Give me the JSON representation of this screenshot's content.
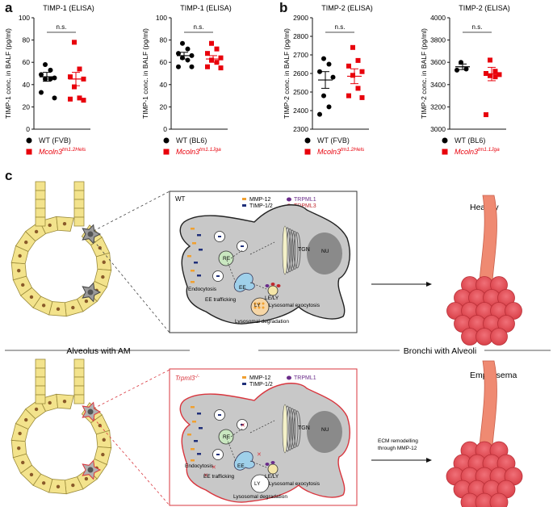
{
  "panel_letters": {
    "a": "a",
    "b": "b",
    "c": "c"
  },
  "chart_data": [
    {
      "type": "scatter",
      "title": "TIMP-1 (ELISA)",
      "ylabel": "TIMP-1 conc. in BALF (pg/ml)",
      "ylim": [
        0,
        100
      ],
      "yticks": [
        0,
        20,
        40,
        60,
        80,
        100
      ],
      "significance": "n.s.",
      "series": [
        {
          "name": "WT (FVB)",
          "name_sup": "",
          "marker": "circle",
          "color": "#000000",
          "values": [
            58,
            53,
            49,
            46,
            45,
            45,
            33,
            28
          ],
          "mean": 47,
          "sem": 4
        },
        {
          "name": "Mcoln3",
          "name_sup": "tm1.2Hels",
          "marker": "square",
          "color": "#e8000b",
          "values": [
            78,
            54,
            47,
            45,
            38,
            28,
            27,
            26
          ],
          "mean": 45,
          "sem": 6
        }
      ]
    },
    {
      "type": "scatter",
      "title": "TIMP-1 (ELISA)",
      "ylabel": "TIMP-1 conc. in BALF (pg/ml)",
      "ylim": [
        0,
        100
      ],
      "yticks": [
        0,
        20,
        40,
        60,
        80,
        100
      ],
      "significance": "n.s.",
      "series": [
        {
          "name": "WT (BL6)",
          "name_sup": "",
          "marker": "circle",
          "color": "#000000",
          "values": [
            77,
            72,
            68,
            66,
            64,
            62,
            56,
            56
          ],
          "mean": 66,
          "sem": 3
        },
        {
          "name": "Mcoln3",
          "name_sup": "tm1.1Jga",
          "marker": "square",
          "color": "#e8000b",
          "values": [
            77,
            72,
            68,
            64,
            62,
            60,
            56,
            55
          ],
          "mean": 63,
          "sem": 3
        }
      ]
    },
    {
      "type": "scatter",
      "title": "TIMP-2 (ELISA)",
      "ylabel": "TIMP-2 conc. in BALF (pg/ml)",
      "ylim": [
        2300,
        2900
      ],
      "yticks": [
        2300,
        2400,
        2500,
        2600,
        2700,
        2800,
        2900
      ],
      "significance": "n.s.",
      "series": [
        {
          "name": "WT (FVB)",
          "name_sup": "",
          "marker": "circle",
          "color": "#000000",
          "values": [
            2680,
            2650,
            2610,
            2580,
            2480,
            2420,
            2380
          ],
          "mean": 2565,
          "sem": 45
        },
        {
          "name": "Mcoln3",
          "name_sup": "tm1.2Hels",
          "marker": "square",
          "color": "#e8000b",
          "values": [
            2740,
            2670,
            2640,
            2610,
            2590,
            2520,
            2480,
            2470
          ],
          "mean": 2585,
          "sem": 40
        }
      ]
    },
    {
      "type": "scatter",
      "title": "TIMP-2 (ELISA)",
      "ylabel": "TIMP-2 conc. in BALF (pg/ml)",
      "ylim": [
        3000,
        4000
      ],
      "yticks": [
        3000,
        3200,
        3400,
        3600,
        3800,
        4000
      ],
      "significance": "n.s.",
      "series": [
        {
          "name": "WT (BL6)",
          "name_sup": "",
          "marker": "circle",
          "color": "#000000",
          "values": [
            3600,
            3540,
            3530
          ],
          "mean": 3560,
          "sem": 25
        },
        {
          "name": "Mcoln3",
          "name_sup": "tm1.1Jga",
          "marker": "square",
          "color": "#e8000b",
          "values": [
            3620,
            3520,
            3500,
            3490,
            3480,
            3470,
            3130
          ],
          "mean": 3495,
          "sem": 60
        }
      ]
    }
  ],
  "diagram": {
    "left_label": "Alveolus with AM",
    "right_label": "Bronchi with Alveoli",
    "healthy": "Healthy",
    "emphysema": "Emphysema",
    "ecm_line1": "ECM remodelling",
    "ecm_line2": "through MMP-12",
    "wt_box": {
      "title": "WT",
      "legend": {
        "mmp12": "MMP-12",
        "timp": "TIMP-1/2",
        "trpml1": "TRPML1",
        "trpml3": "TRPML3"
      },
      "labels": {
        "tgn": "TGN",
        "nu": "NU",
        "re": "RE",
        "ee": "EE",
        "lely": "LE/LY",
        "ly": "LY",
        "endocytosis": "Endocytosis",
        "ee_trafficking": "EE trafficking",
        "lyso_exo": "Lysosomal exocytosis",
        "lyso_deg": "Lysosomal degradation"
      }
    },
    "ko_box": {
      "title": "Trpml3",
      "title_sup": "-/-",
      "legend": {
        "mmp12": "MMP-12",
        "timp": "TIMP-1/2",
        "trpml1": "TRPML1"
      },
      "labels": {
        "tgn": "TGN",
        "nu": "NU",
        "re": "RE",
        "ee": "EE",
        "lely": "LE/LY",
        "ly": "LY",
        "endocytosis": "Endocytosis",
        "ee_trafficking": "EE trafficking",
        "lyso_exo": "Lysosomal exocytosis",
        "lyso_deg": "Lysosomal degradation"
      }
    },
    "colors": {
      "cell": "#c8c8c8",
      "alveolus": "#f3e38c",
      "lung": "#e8525a",
      "bronchus": "#ef8a72",
      "ko_border": "#d9363e",
      "mmp": "#f0a030",
      "timp": "#1f2f7a",
      "trpml1": "#6a2c8a",
      "trpml3": "#c0282e"
    }
  }
}
